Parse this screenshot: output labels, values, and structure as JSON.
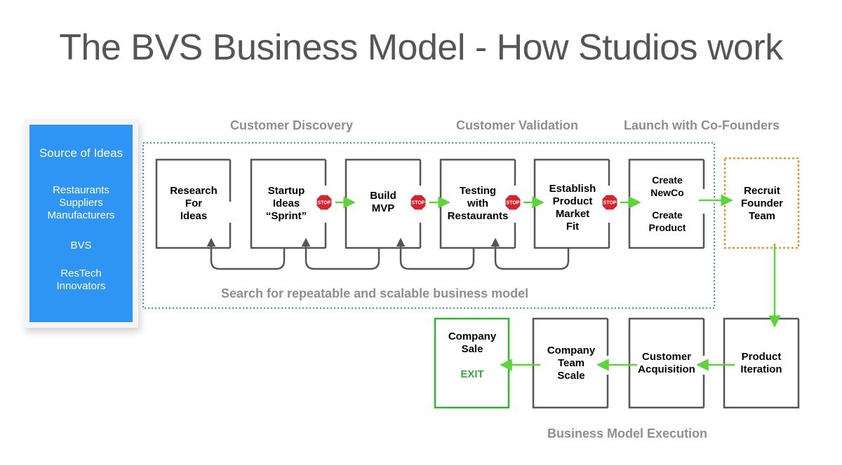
{
  "title": "The BVS Business Model - How Studios work",
  "phases": {
    "discovery": "Customer Discovery",
    "validation": "Customer Validation",
    "launch": "Launch with Co-Founders",
    "execution": "Business Model Execution"
  },
  "sidebar": {
    "header": "Source of Ideas",
    "groups": [
      [
        "Restaurants",
        "Suppliers",
        "Manufacturers"
      ],
      [
        "BVS"
      ],
      [
        "ResTech",
        "Innovators"
      ]
    ]
  },
  "steps": [
    [
      "Research",
      "For",
      "Ideas"
    ],
    [
      "Startup",
      "Ideas",
      "“Sprint”"
    ],
    [
      "Build",
      "MVP"
    ],
    [
      "Testing",
      "with",
      "Restaurants"
    ],
    [
      "Establish",
      "Product",
      "Market",
      "Fit"
    ],
    [
      "Create",
      "NewCo",
      "",
      "Create",
      "Product"
    ]
  ],
  "recruit": [
    "Recruit",
    "Founder",
    "Team"
  ],
  "execution_steps": [
    [
      "Product",
      "Iteration"
    ],
    [
      "Customer",
      "Acquisition"
    ],
    [
      "Company",
      "Team",
      "Scale"
    ],
    [
      "Company",
      "Sale"
    ]
  ],
  "exit_label": "EXIT",
  "stop_label": "STOP",
  "search_caption": "Search for repeatable and scalable business model",
  "colors": {
    "sidebar": "#2e95f5",
    "arrow": "#5cd43a",
    "stop": "#d9232a",
    "loop": "#555555",
    "dotted_frame": "#2e95f5",
    "recruit_frame": "#e8961e",
    "exit_frame": "#2db52d",
    "box_frame": "#555555"
  }
}
